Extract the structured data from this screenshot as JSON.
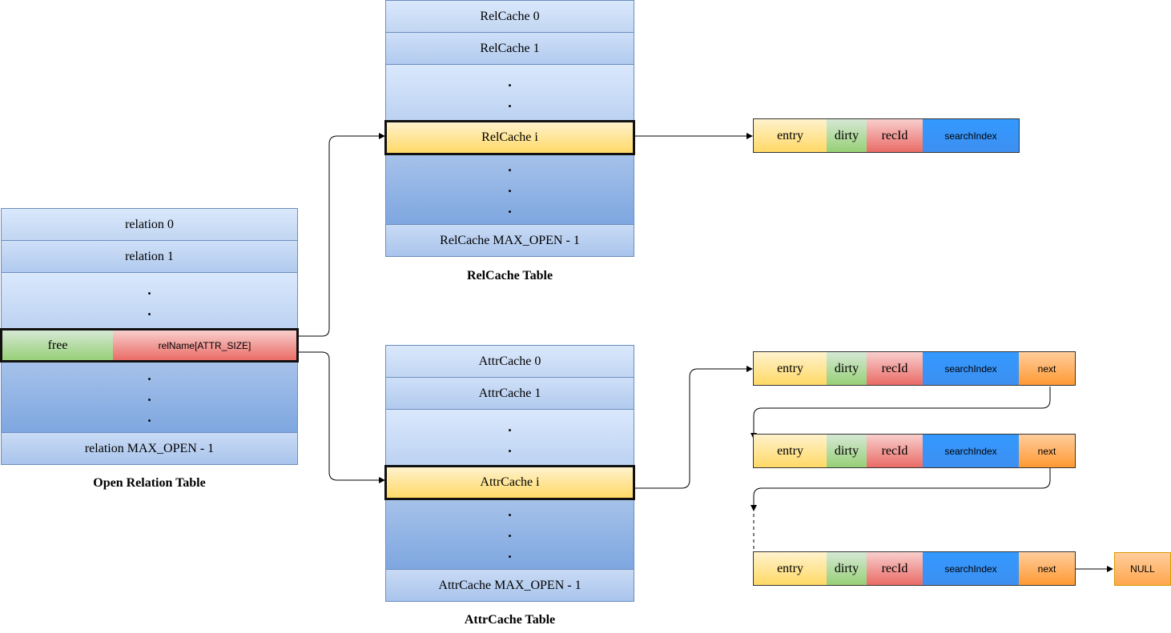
{
  "open_relation_table": {
    "caption": "Open Relation Table",
    "rows": {
      "first": "relation 0",
      "second": "relation 1",
      "free": "free",
      "relname": "relName[ATTR_SIZE]",
      "last": "relation MAX_OPEN - 1"
    },
    "dot": "."
  },
  "relcache_table": {
    "caption": "RelCache Table",
    "rows": {
      "first": "RelCache 0",
      "second": "RelCache 1",
      "highlight": "RelCache i",
      "last": "RelCache MAX_OPEN - 1"
    },
    "dot": "."
  },
  "attrcache_table": {
    "caption": "AttrCache Table",
    "rows": {
      "first": "AttrCache 0",
      "second": "AttrCache 1",
      "highlight": "AttrCache i",
      "last": "AttrCache MAX_OPEN - 1"
    },
    "dot": "."
  },
  "relcache_entry": {
    "fields": [
      "entry",
      "dirty",
      "recId",
      "searchIndex"
    ]
  },
  "attrcache_entries": [
    {
      "fields": [
        "entry",
        "dirty",
        "recId",
        "searchIndex",
        "next"
      ]
    },
    {
      "fields": [
        "entry",
        "dirty",
        "recId",
        "searchIndex",
        "next"
      ]
    },
    {
      "fields": [
        "entry",
        "dirty",
        "recId",
        "searchIndex",
        "next"
      ]
    }
  ],
  "null_label": "NULL",
  "colors": {
    "table_blue_light": "#dae8fc",
    "table_blue_dark": "#7ea6e0",
    "highlight_yellow": "#ffd966",
    "free_green": "#97d077",
    "relname_red": "#ea6b66",
    "search_blue": "#3399ff",
    "next_orange": "#ff9933"
  }
}
